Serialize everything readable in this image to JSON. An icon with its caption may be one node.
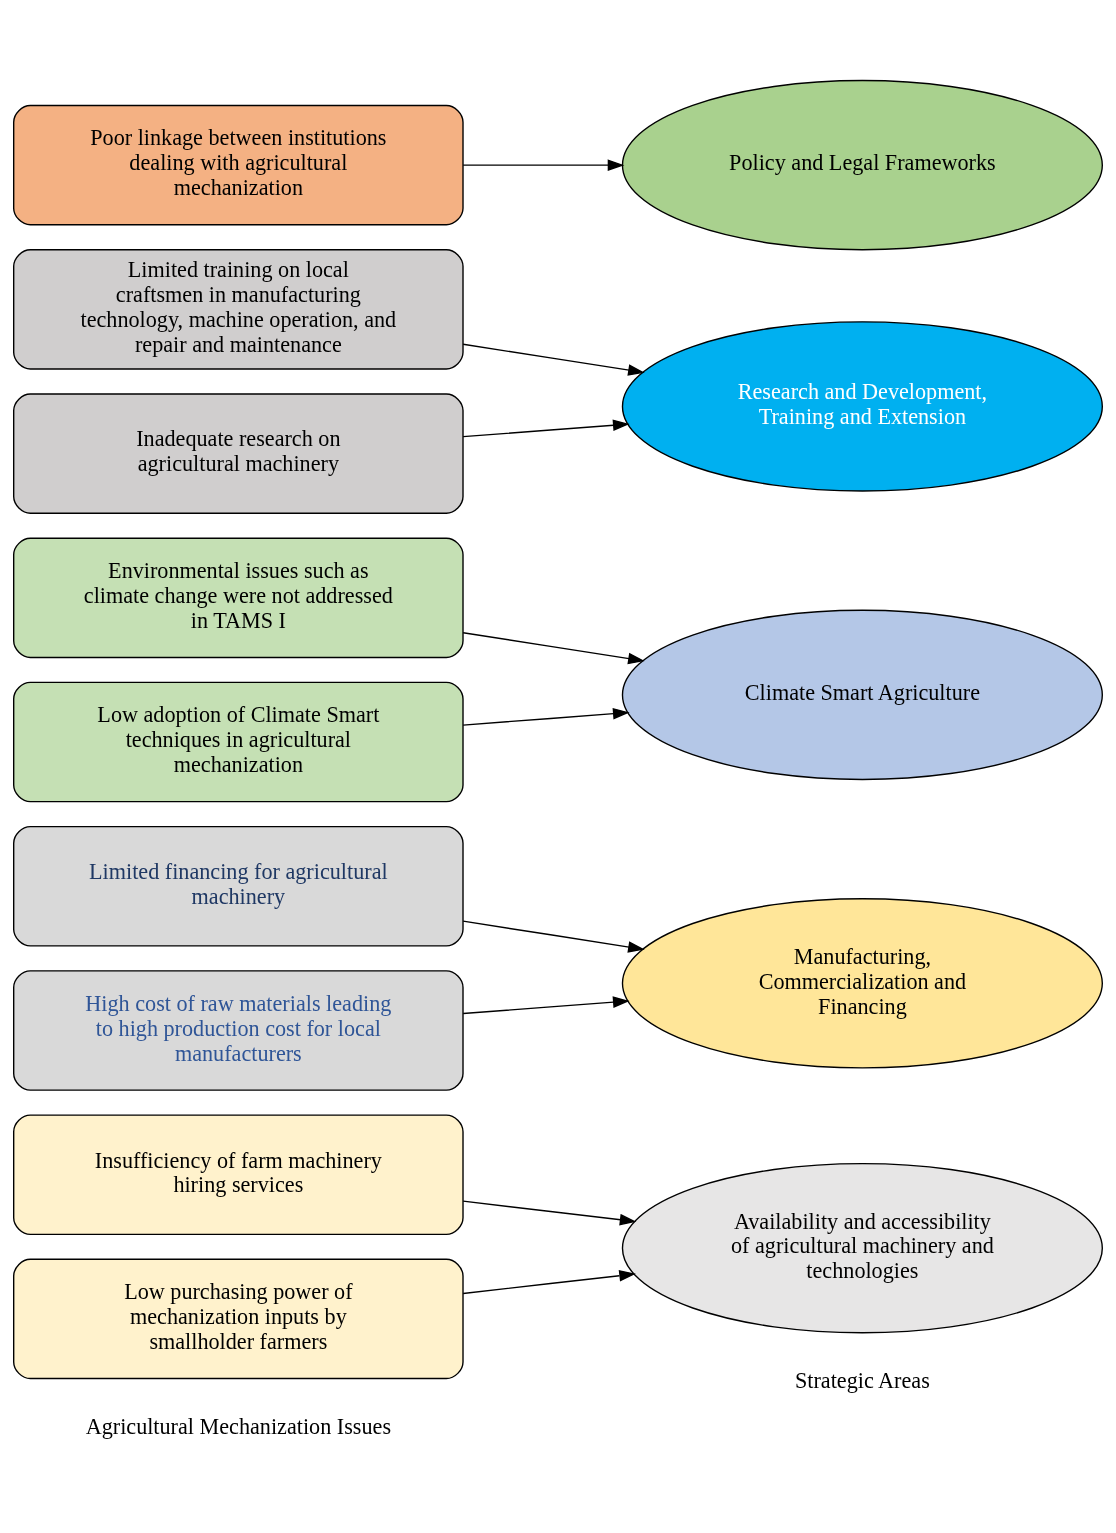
{
  "diagram": {
    "nodes": [
      {
        "text": [
          "Agricultural Mechanization Issues"
        ]
      },
      {
        "text": [
          "Strategic Areas"
        ]
      },
      {
        "text": [
          "Insufficiency of farm machinery hiring services"
        ]
      },
      {
        "text": [
          "Low purchasing power of mechanization inputs by smallholder farmers"
        ]
      },
      {
        "text": [
          "Limited financing for agricultural machinery"
        ]
      },
      {
        "text": [
          "High cost of raw materials leading to high production cost for local manufacturers"
        ]
      },
      {
        "text": [
          "Environmental issues such as climate change were not addressed in TAMS I"
        ]
      },
      {
        "text": [
          "Low adoption of Climate Smart techniques in agricultural mechanization"
        ]
      },
      {
        "text": [
          "Limited training on local craftsmen in manufacturing technology, machine operation, and repair and maintenance"
        ]
      },
      {
        "text": [
          "Inadequate research on agricultural machinery"
        ]
      },
      {
        "text": [
          "Poor linkage between institutions dealing with agricultural mechanization"
        ]
      },
      {
        "text": [
          "Availability and accessibility of agricultural machinery and technologies"
        ]
      },
      {
        "text": [
          "Manufacturing, Commercialization and Financing"
        ]
      },
      {
        "text": [
          "Climate Smart Agriculture"
        ]
      },
      {
        "text": [
          "Research and Development, Training and Extension"
        ]
      },
      {
        "text": [
          "Policy and Legal Frameworks"
        ]
      }
    ],
    "edges": [
      {
        "from": 2,
        "to": 11,
        "arrow": "to"
      },
      {
        "from": 3,
        "to": 11,
        "arrow": "to"
      },
      {
        "from": 4,
        "to": 12,
        "arrow": "to"
      },
      {
        "from": 5,
        "to": 12,
        "arrow": "to"
      },
      {
        "from": 6,
        "to": 13,
        "arrow": "to"
      },
      {
        "from": 7,
        "to": 13,
        "arrow": "to"
      },
      {
        "from": 8,
        "to": 14,
        "arrow": "to"
      },
      {
        "from": 9,
        "to": 14,
        "arrow": "to"
      },
      {
        "from": 10,
        "to": 15,
        "arrow": "to"
      }
    ]
  }
}
